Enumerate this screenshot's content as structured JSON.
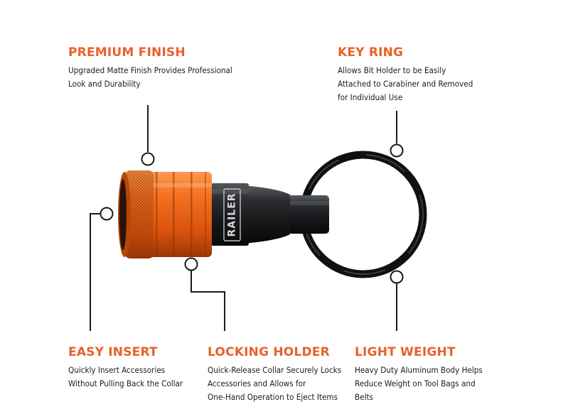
{
  "features": {
    "premium_finish": {
      "title": "PREMIUM FINISH",
      "description": "Upgraded Matte Finish Provides Professional\nLook and Durability"
    },
    "key_ring": {
      "title": "KEY RING",
      "description": "Allows Bit Holder to be Easily\nAttached to Carabiner and Removed\nfor Individual Use"
    },
    "easy_insert": {
      "title": "EASY INSERT",
      "description": "Quickly Insert Accessories\nWithout Pulling Back the Collar"
    },
    "locking_holder": {
      "title": "LOCKING HOLDER",
      "description": "Quick-Release Collar Securely Locks\nAccessories and Allows for\nOne-Hand Operation to Eject Items"
    },
    "light_weight": {
      "title": "LIGHT WEIGHT",
      "description": "Heavy Duty Aluminum Body Helps\nReduce Weight on Tool Bags and\nBelts"
    }
  },
  "product": {
    "brand_logo_text": "RAILER",
    "colors": {
      "accent_orange": "#e8612a",
      "collar_orange": "#ef6a1f",
      "body_black": "#1e1f21",
      "text_dark": "#1c1c1c"
    }
  }
}
